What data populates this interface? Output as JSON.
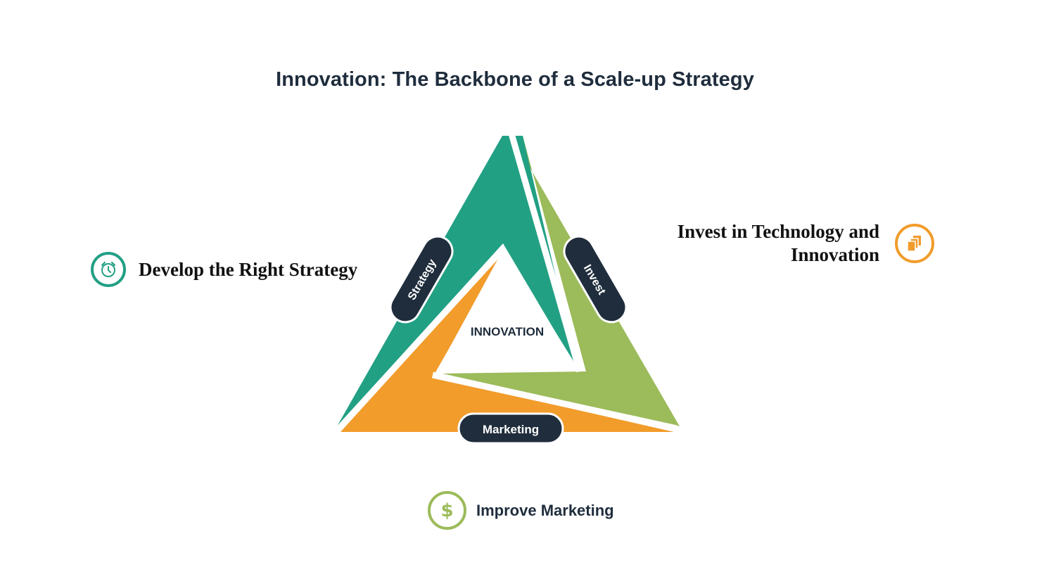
{
  "title": "Innovation: The Backbone of a Scale-up Strategy",
  "center_label": "INNOVATION",
  "segments": [
    {
      "key": "strategy",
      "tab_label": "Strategy",
      "color": "#22a084"
    },
    {
      "key": "invest",
      "tab_label": "Invest",
      "color": "#9cbb5a"
    },
    {
      "key": "marketing",
      "tab_label": "Marketing",
      "color": "#f19c2b"
    }
  ],
  "tab_color": "#1f2d3d",
  "callouts": {
    "strategy": {
      "text": "Develop the Right Strategy",
      "icon": "alarm-clock-icon"
    },
    "invest": {
      "text": "Invest in Technology and Innovation",
      "icon": "stacked-documents-icon"
    },
    "marketing": {
      "text": "Improve Marketing",
      "icon": "dollar-sign-icon"
    }
  }
}
